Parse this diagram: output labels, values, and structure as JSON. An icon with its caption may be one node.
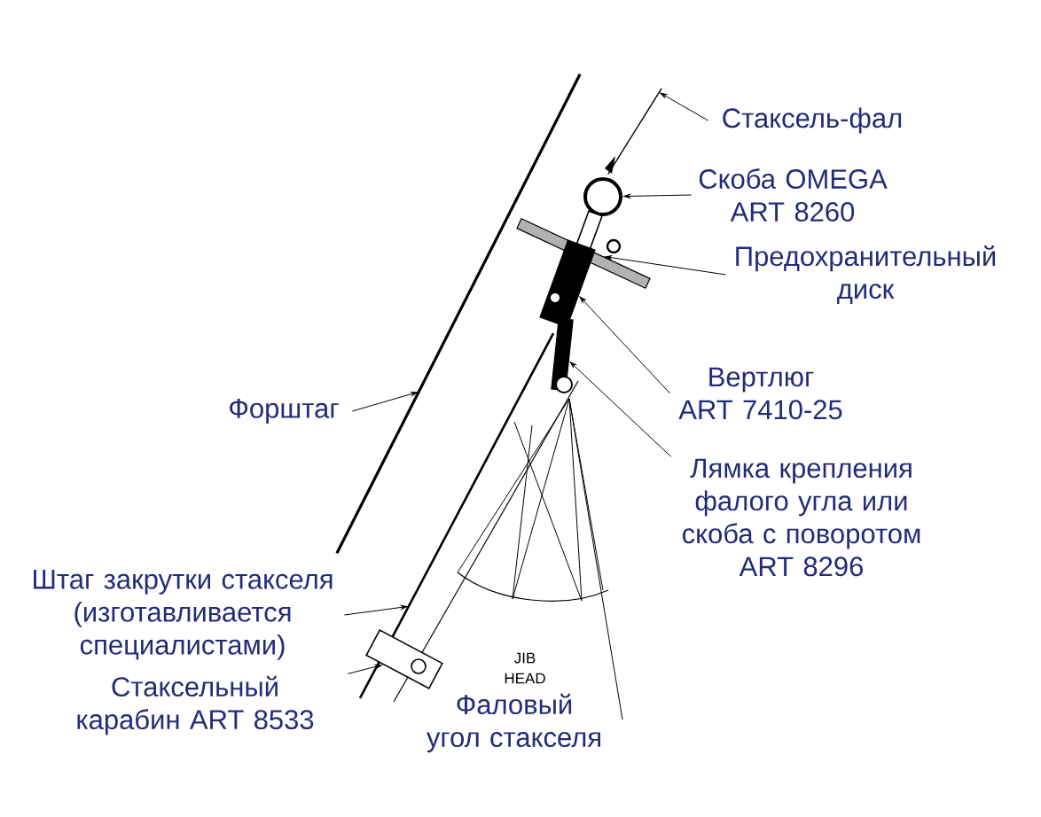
{
  "diagram": {
    "nodes": [
      {
        "text": [
          "Стаксель-фал"
        ]
      },
      {
        "text": [
          "Скоба OMEGA ART 8260"
        ]
      },
      {
        "text": [
          "Предохранительный диск"
        ]
      },
      {
        "text": [
          "Вертлюг ART 7410-25"
        ]
      },
      {
        "text": [
          "Лямка крепления фалого угла или скоба с поворотом ART 8296"
        ]
      },
      {
        "text": [
          "Форштаг"
        ]
      },
      {
        "text": [
          "Штаг закрутки стакселя (изготавливается специалистами)"
        ]
      },
      {
        "text": [
          "Стаксельный карабин ART 8533"
        ]
      },
      {
        "text": [],
        "shape": "line"
      },
      {
        "text": [],
        "shape": "circle"
      },
      {
        "text": [],
        "shape": "bar"
      },
      {
        "text": [],
        "shape": "box"
      },
      {
        "text": [],
        "shape": "bar"
      },
      {
        "text": [],
        "shape": "line"
      },
      {
        "text": [],
        "shape": "line"
      },
      {
        "text": [],
        "shape": "box"
      }
    ],
    "edges": [
      {
        "from": 0,
        "to": 8,
        "arrow": "to"
      },
      {
        "from": 1,
        "to": 9,
        "arrow": "to"
      },
      {
        "from": 2,
        "to": 10,
        "arrow": "to"
      },
      {
        "from": 3,
        "to": 11,
        "arrow": "to"
      },
      {
        "from": 4,
        "to": 12,
        "arrow": "to"
      },
      {
        "from": 5,
        "to": 13,
        "arrow": "to"
      },
      {
        "from": 6,
        "to": 14,
        "arrow": "to"
      },
      {
        "from": 7,
        "to": 15,
        "arrow": "to"
      }
    ],
    "labels": [
      "JIB HEAD",
      "Фаловый угол стакселя"
    ]
  }
}
